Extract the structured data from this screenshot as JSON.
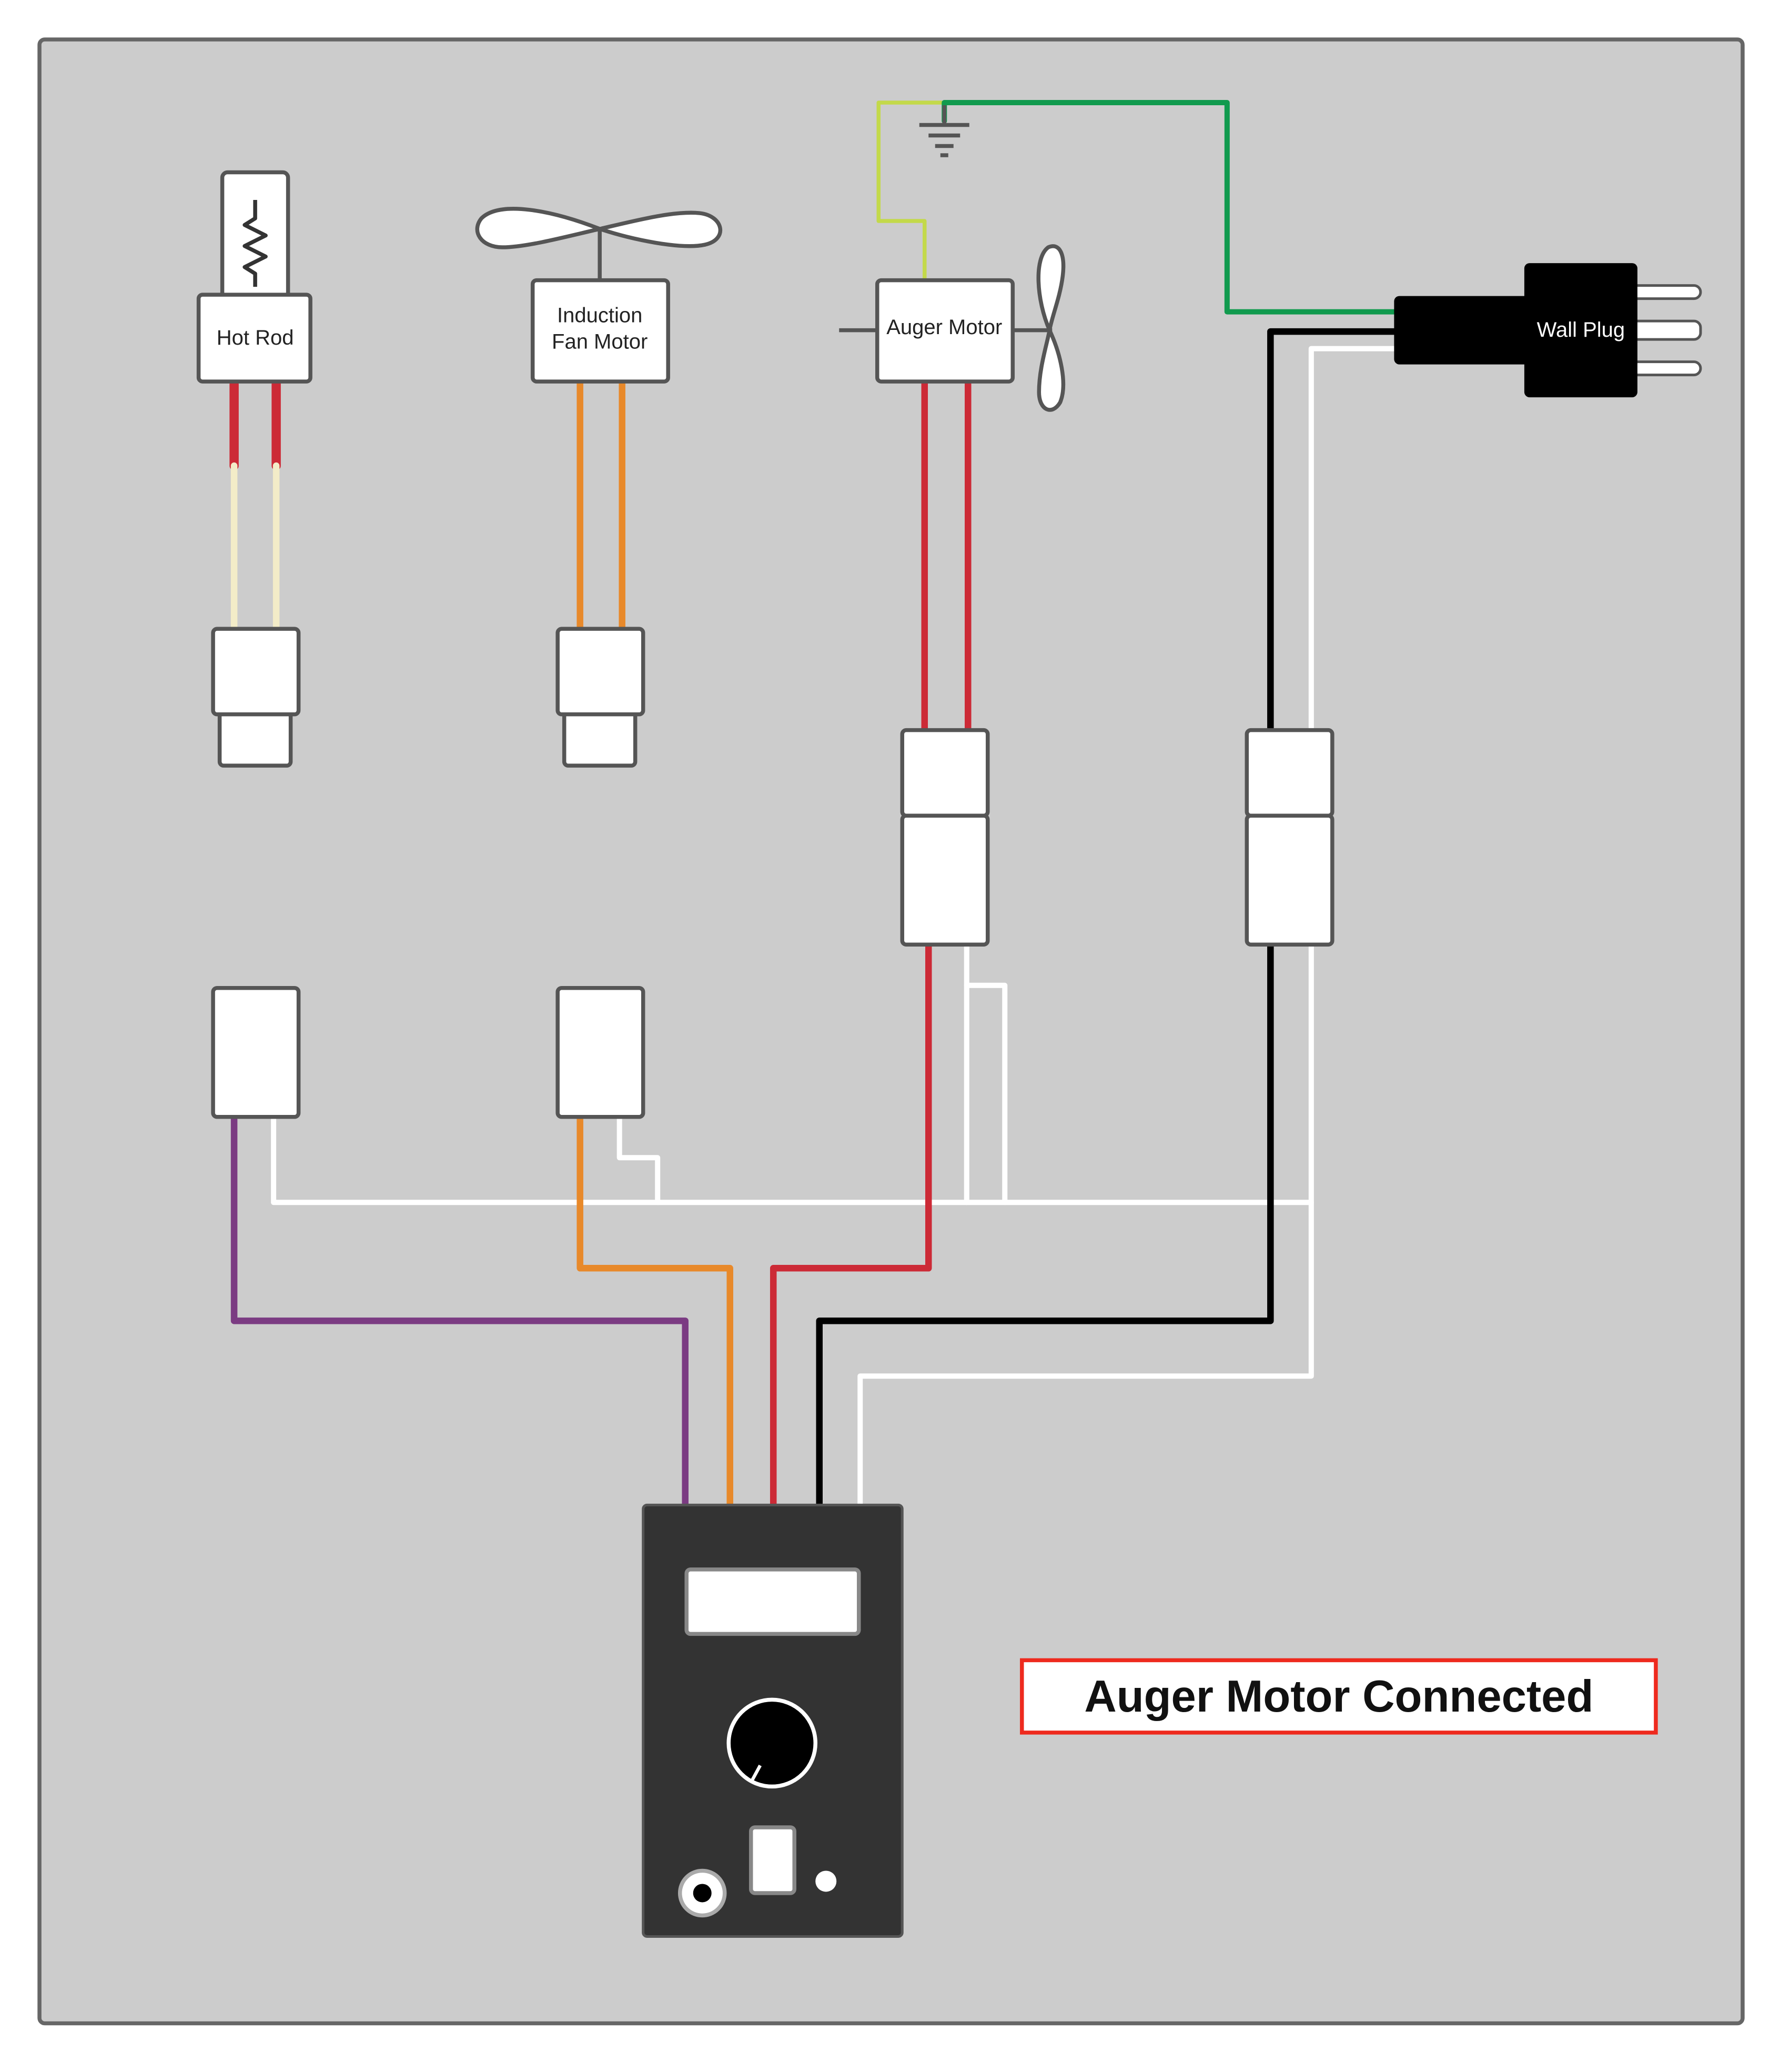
{
  "components": {
    "hot_rod": "Hot Rod",
    "fan_motor_line1": "Induction",
    "fan_motor_line2": "Fan Motor",
    "auger_motor": "Auger Motor",
    "wall_plug": "Wall Plug"
  },
  "status_banner": "Auger Motor Connected",
  "colors": {
    "panel": "#cccccc",
    "panel_border": "#666666",
    "red_wire": "#cc2a36",
    "orange_wire": "#e8892a",
    "cream_wire": "#f3ecc8",
    "purple_wire": "#7b3b82",
    "green_wire": "#119a4e",
    "yellow_green_wire": "#c3d94a",
    "black_wire": "#000000",
    "white_wire": "#ffffff",
    "controller": "#333333",
    "banner_border": "#ee2a1e"
  }
}
